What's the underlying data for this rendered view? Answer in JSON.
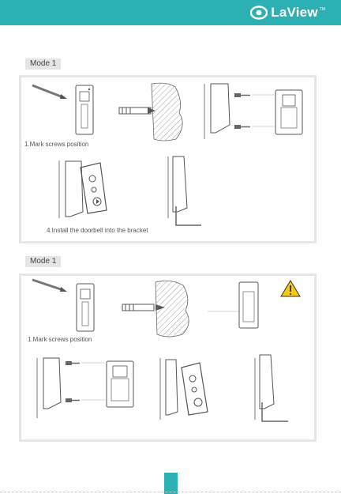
{
  "brand": {
    "name": "LaView",
    "tm": "TM",
    "accent_color": "#2bb0b3"
  },
  "sections": [
    {
      "label": "Mode 1",
      "captions": [
        "1.Mark screws position",
        "4.Install the doorbell into the bracket"
      ]
    },
    {
      "label": "Mode 1",
      "captions": [
        "1.Mark screws position"
      ]
    }
  ],
  "icons": [
    "pencil-icon",
    "drill-icon",
    "screw-icon",
    "wall-anchor-icon",
    "warning-icon",
    "hex-key-icon"
  ]
}
